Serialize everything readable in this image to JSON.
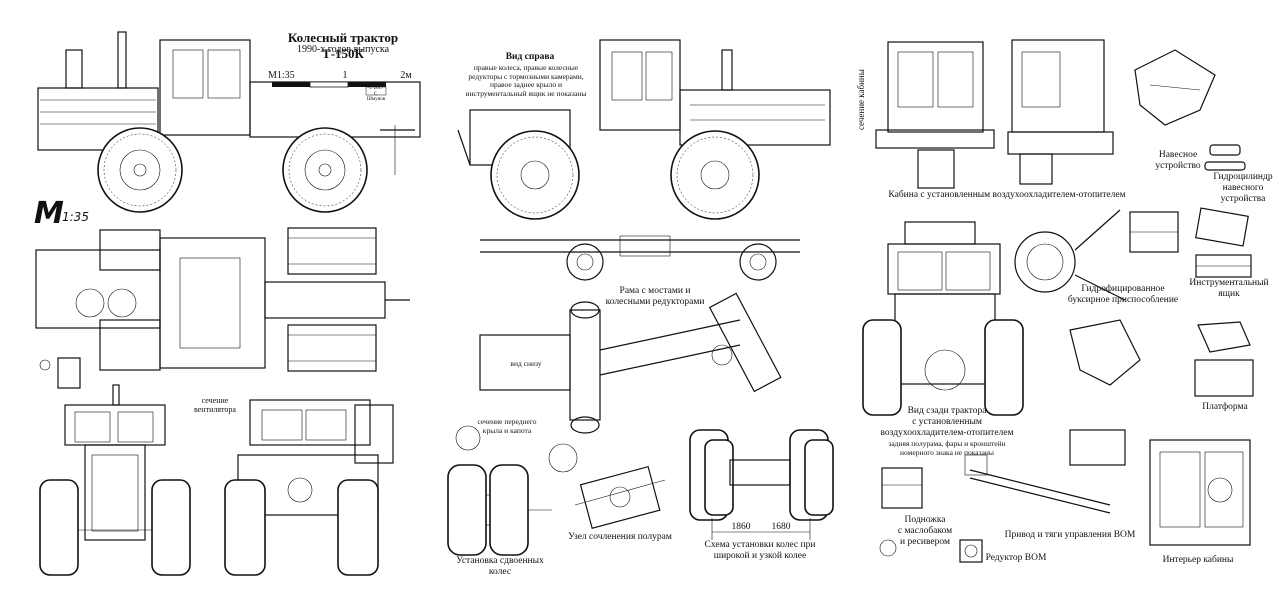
{
  "title": {
    "main": "Колесный трактор Т-150К",
    "years": "1990-х годов выпуска"
  },
  "scale_bar": {
    "label": "M1:35",
    "mid": "1",
    "end": "2м",
    "copyright": "© 2017\nС. Шмунов"
  },
  "logo": {
    "letter": "M",
    "scale": "1:35"
  },
  "labels": {
    "right_view": "Вид справа",
    "right_view_note": "правые колеса, правые колесные\nредукторы с тормозными камерами,\nправое заднее крыло и\nинструментальный ящик  не показаны",
    "frame": "Рама с мостами и\nколесными редукторами",
    "bottom_view": "вид снизу",
    "fan_section": "сечение\nвентилятора",
    "fender_section": "сечение переднего\nкрыла и капота",
    "dual_wheels": "Установка сдвоенных колес",
    "frame_joint": "Узел сочленения полурам",
    "wheel_scheme": "Схема установки колес при\nширокой и узкой колее",
    "track_wide": "1860",
    "track_narrow": "1680",
    "cab_section": "сечение кабины",
    "cab_cooler": "Кабина с установленным воздухоохладителем-отопителем",
    "hitch": "Навесное\nустройство",
    "hydro_cylinder": "Гидроцилиндр\nнавесного\nустройства",
    "tow_device": "Гидрофицированное\nбуксирное приспособление",
    "toolbox": "Инструментальный\nящик",
    "rear_view": "Вид сзади трактора\nс установленным\nвоздухоохладителем-отопителем",
    "rear_view_note": "задняя полурама, фары и кронштейн\nномерного знака не показаны",
    "platform": "Платформа",
    "step": "Подножка\nс маслобаком\nи ресивером",
    "pto_drive": "Привод и тяги управления ВОМ",
    "pto_gear": "Редуктор ВОМ",
    "cab_interior": "Интерьер кабины"
  }
}
